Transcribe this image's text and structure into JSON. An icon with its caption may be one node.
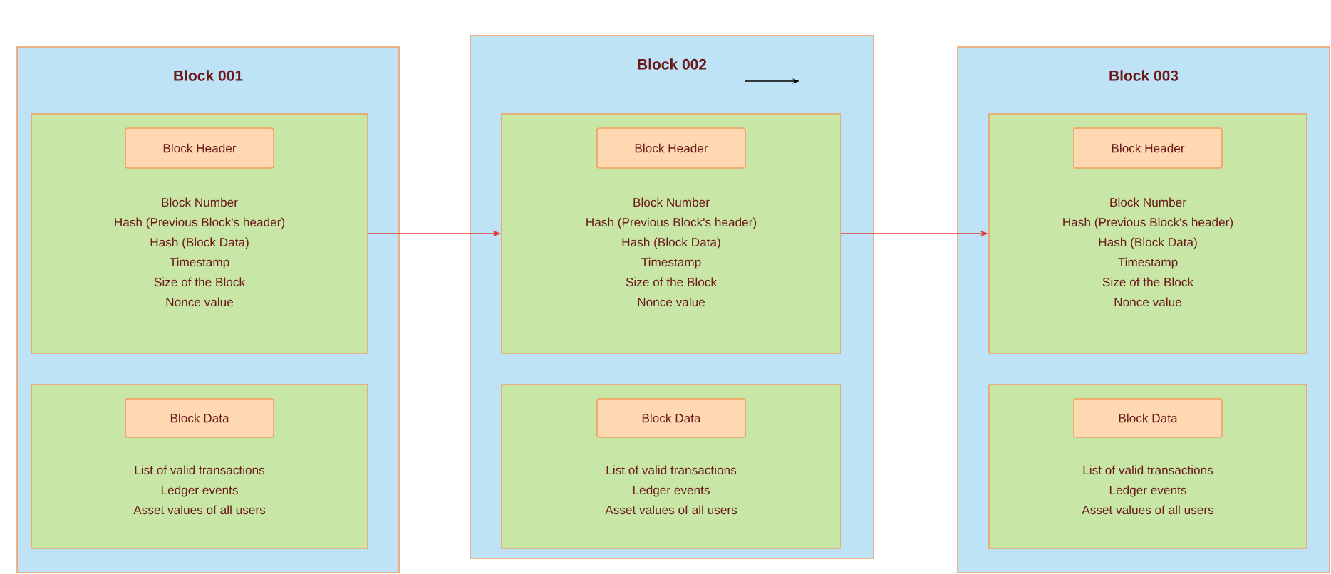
{
  "diagram": {
    "nodes": [
      {
        "text": [
          "Block 001"
        ]
      },
      {
        "text": [
          "Block Number",
          "Hash (Previous Block's header)",
          "Hash (Block Data)",
          "Timestamp",
          "Size of the Block",
          "Nonce value"
        ],
        "in": 0
      },
      {
        "text": [
          "Block Header"
        ],
        "in": 1
      },
      {
        "text": [
          "List of valid transactions",
          "Ledger events",
          "Asset values of all users"
        ],
        "in": 0
      },
      {
        "text": [
          "Block Data"
        ],
        "in": 3
      },
      {
        "text": [
          "Block 002"
        ]
      },
      {
        "text": [
          "Block Number",
          "Hash (Previous Block's header)",
          "Hash (Block Data)",
          "Timestamp",
          "Size of the Block",
          "Nonce value"
        ],
        "in": 5
      },
      {
        "text": [
          "Block Header"
        ],
        "in": 6
      },
      {
        "text": [
          "List of valid transactions",
          "Ledger events",
          "Asset values of all users"
        ],
        "in": 5
      },
      {
        "text": [
          "Block Data"
        ],
        "in": 8
      },
      {
        "text": [
          "Block 003"
        ]
      },
      {
        "text": [
          "Block Number",
          "Hash (Previous Block's header)",
          "Hash (Block Data)",
          "Timestamp",
          "Size of the Block",
          "Nonce value"
        ],
        "in": 10
      },
      {
        "text": [
          "Block Header"
        ],
        "in": 11
      },
      {
        "text": [
          "List of valid transactions",
          "Ledger events",
          "Asset values of all users"
        ],
        "in": 10
      },
      {
        "text": [
          "Block Data"
        ],
        "in": 13
      }
    ],
    "edges": [
      {
        "from": 1,
        "to": 6,
        "arrow": "to",
        "color": "#e53935"
      },
      {
        "from": 6,
        "to": 11,
        "arrow": "to",
        "color": "#e53935"
      }
    ]
  }
}
